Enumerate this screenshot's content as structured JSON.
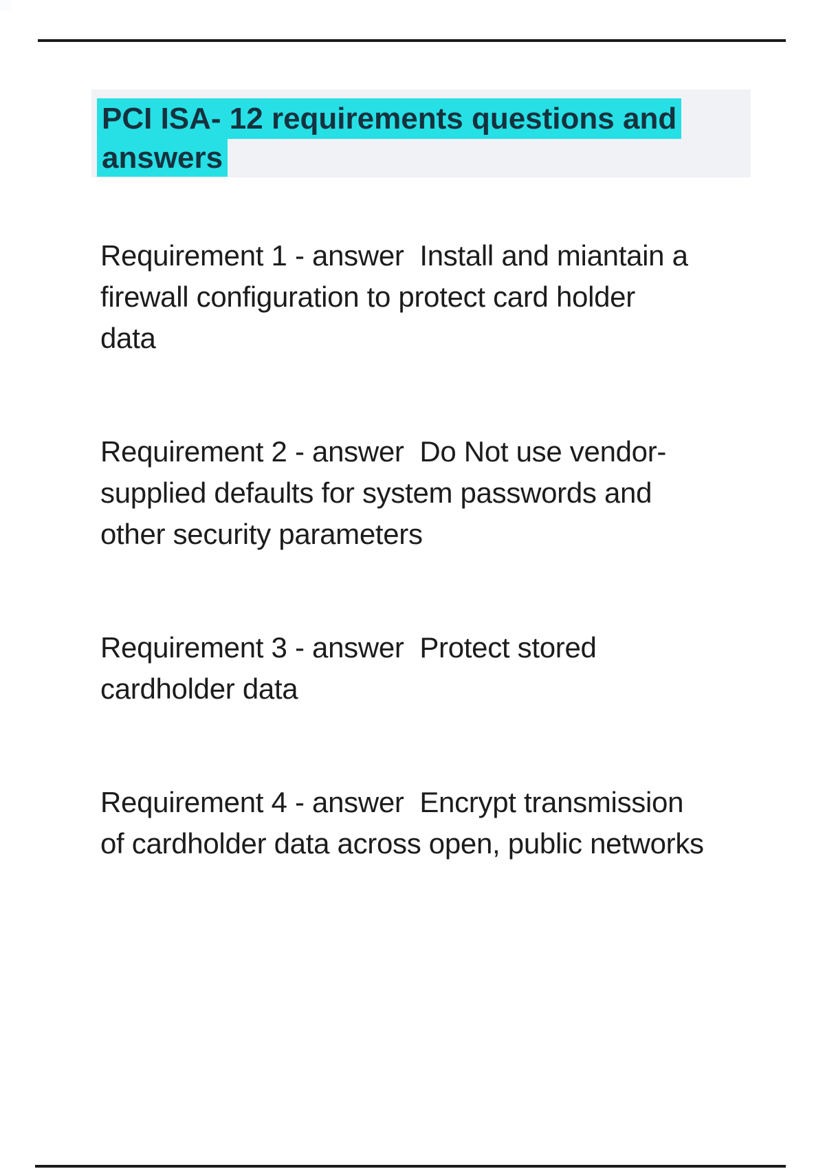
{
  "title": {
    "line1": "PCI ISA- 12 requirements questions and",
    "line2": "answers",
    "highlight_color": "#27e0e6",
    "box_color": "#f1f2f6",
    "text_color": "#16323e"
  },
  "paragraphs": [
    "Requirement 1 - answer  Install and miantain a\nfirewall configuration to protect card holder\ndata",
    "Requirement 2 - answer  Do Not use vendor-\nsupplied defaults for system passwords and\nother security parameters",
    "Requirement 3 - answer  Protect stored\ncardholder data",
    "Requirement 4 - answer  Encrypt transmission\nof cardholder data across open, public networks"
  ],
  "colors": {
    "page_background": "#ffffff",
    "rule": "#1a1a1a",
    "body_text": "#1c1c1c"
  }
}
